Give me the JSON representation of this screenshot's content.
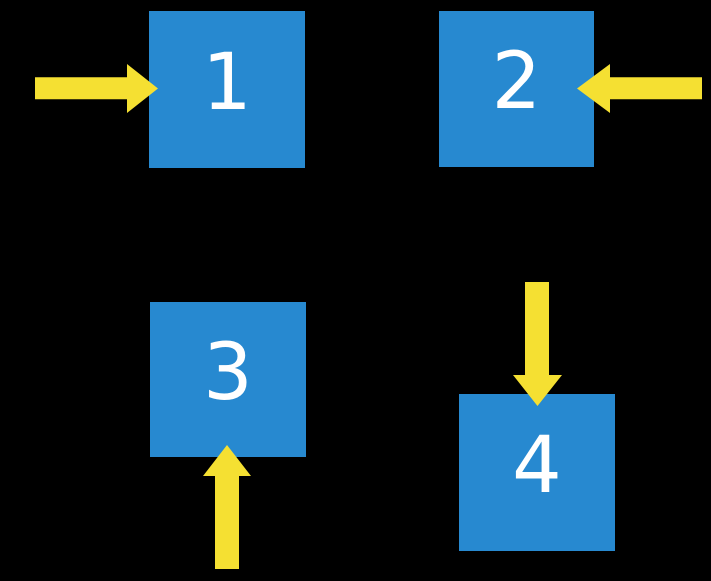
{
  "colors": {
    "background": "#000000",
    "square_fill": "#2789D0",
    "arrow_fill": "#F5E032",
    "label_color": "#FFFFFF"
  },
  "squares": [
    {
      "label": "1",
      "arrow_direction": "right",
      "arrow_side": "left"
    },
    {
      "label": "2",
      "arrow_direction": "left",
      "arrow_side": "right"
    },
    {
      "label": "3",
      "arrow_direction": "up",
      "arrow_side": "bottom"
    },
    {
      "label": "4",
      "arrow_direction": "down",
      "arrow_side": "top"
    }
  ]
}
